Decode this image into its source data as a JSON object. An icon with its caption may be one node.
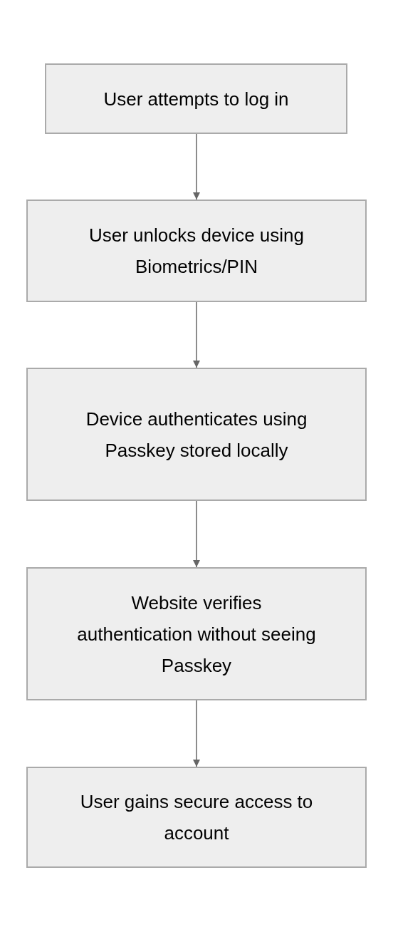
{
  "diagram": {
    "nodes": [
      {
        "text": [
          "User attempts to log in"
        ]
      },
      {
        "text": [
          "User unlocks device using Biometrics/PIN"
        ]
      },
      {
        "text": [
          "Device authenticates using Passkey stored locally"
        ]
      },
      {
        "text": [
          "Website verifies authentication without seeing Passkey"
        ]
      },
      {
        "text": [
          "User gains secure access to account"
        ]
      }
    ],
    "edges": [
      {
        "from": 0,
        "to": 1,
        "arrow": "to"
      },
      {
        "from": 1,
        "to": 2,
        "arrow": "to"
      },
      {
        "from": 2,
        "to": 3,
        "arrow": "to"
      },
      {
        "from": 3,
        "to": 4,
        "arrow": "to"
      }
    ]
  }
}
